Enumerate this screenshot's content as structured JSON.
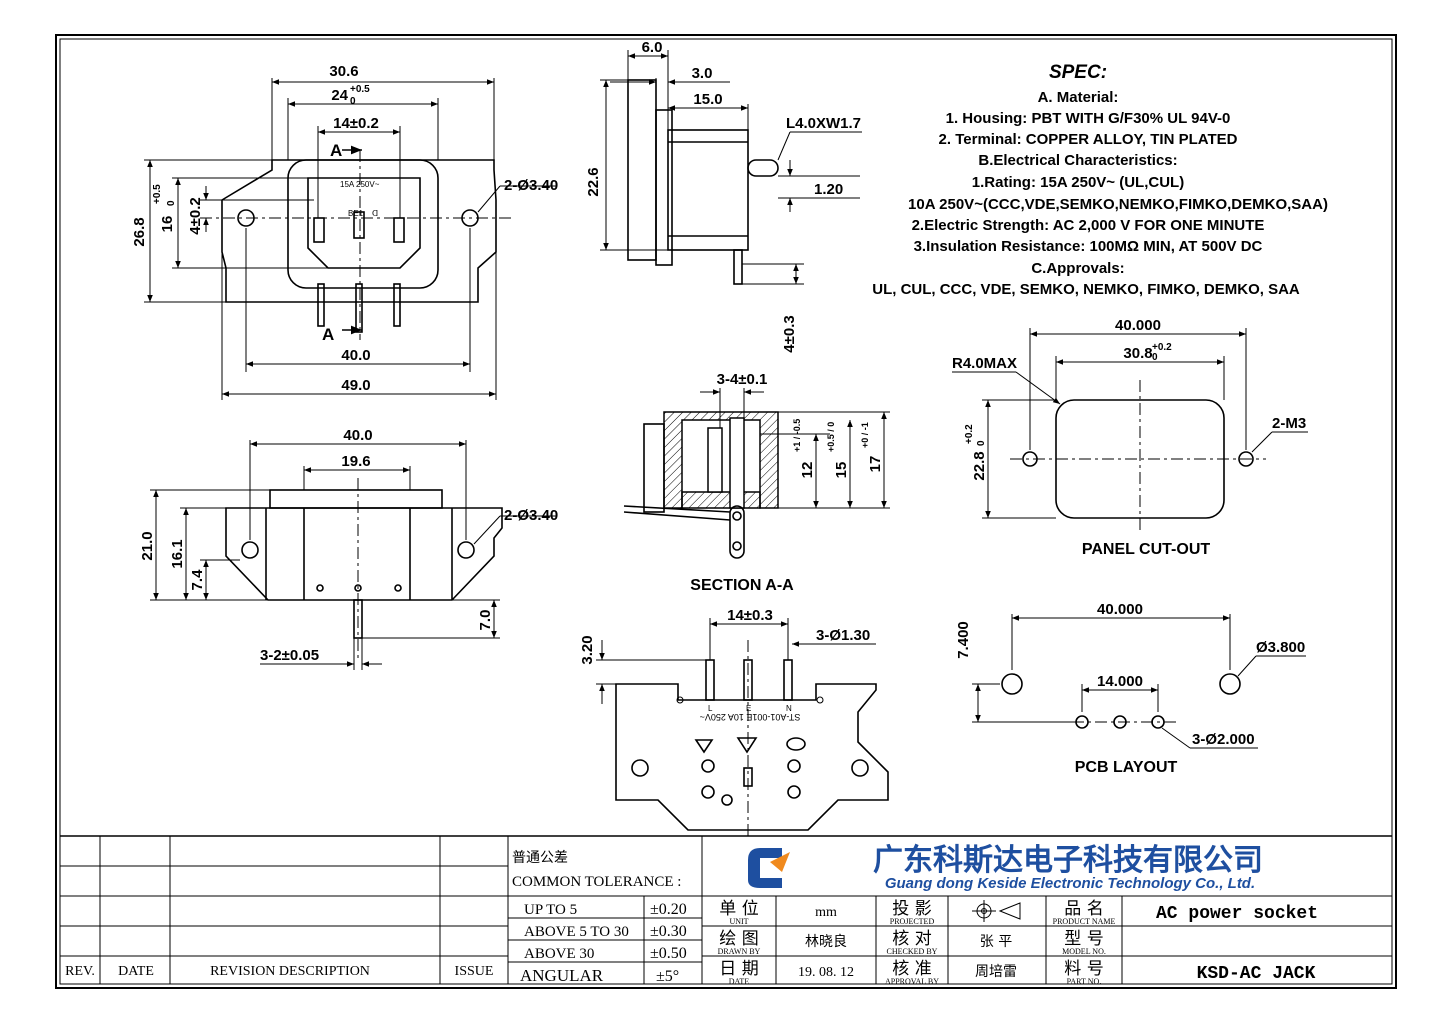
{
  "spec": {
    "title": "SPEC:",
    "lines": [
      "A. Material:",
      "1.  Housing: PBT WITH G/F30%  UL 94V-0",
      "2.  Terminal: COPPER ALLOY, TIN PLATED",
      "B.Electrical Characteristics:",
      "1.Rating:  15A 250V~ (UL,CUL)",
      "10A 250V~(CCC,VDE,SEMKO,NEMKO,FIMKO,DEMKO,SAA)",
      "2.Electric Strength: AC 2,000 V FOR ONE MINUTE",
      "3.Insulation Resistance: 100MΩ MIN, AT 500V DC",
      "C.Approvals:",
      "UL, CUL, CCC, VDE, SEMKO, NEMKO, FIMKO, DEMKO, SAA"
    ]
  },
  "front_view": {
    "dims": {
      "w_outer": "30.6",
      "w_inner": "24",
      "w_inner_tol": "+0.5",
      "w_inner_tol2": "0",
      "pin_pitch": "14±0.2",
      "hole": "2-Ø3.40",
      "height": "26.8",
      "h_inner": "16",
      "h_inner_tol": "+0.5",
      "h_inner_tol2": "0",
      "pin_offset": "4±0.2",
      "hole_pitch": "40.0",
      "total_w": "49.0"
    },
    "section_mark_top": "A",
    "section_mark_bottom": "A",
    "socket_text": [
      "15A 250V~",
      "BE1",
      "ᗡ"
    ]
  },
  "side_view": {
    "dims": {
      "d1": "6.0",
      "d2": "3.0",
      "d3": "15.0",
      "tab": "L4.0XW1.7",
      "tab_h": "1.20",
      "height": "22.6",
      "pin": "4±0.3"
    }
  },
  "section_view": {
    "title": "SECTION A-A",
    "dims": {
      "pins": "3-4±0.1",
      "h1": "12",
      "h1_tol": "+1 / -0.5",
      "h2": "15",
      "h2_tol": "+0.5 / 0",
      "h3": "17",
      "h3_tol": "+0 / -1"
    }
  },
  "top_view": {
    "dims": {
      "w": "40.0",
      "inner": "19.6",
      "hole": "2-Ø3.40",
      "h_total": "21.0",
      "h1": "16.1",
      "h2": "7.4",
      "pin_len": "7.0",
      "pin_w": "3-2±0.05"
    }
  },
  "rear_view": {
    "dims": {
      "pitch": "14±0.3",
      "pin_dia": "3-Ø1.30",
      "pin_h": "3.20"
    },
    "label_text": "ST-A01-001E 10A 250V~",
    "pin_labels": [
      "L",
      "E",
      "N"
    ]
  },
  "panel_cutout": {
    "title": "PANEL CUT-OUT",
    "dims": {
      "w": "40.000",
      "inner": "30.8",
      "inner_tol": "+0.2",
      "inner_tol2": "0",
      "radius": "R4.0MAX",
      "h": "22.8",
      "h_tol": "+0.2",
      "h_tol2": "0",
      "screw": "2-M3"
    }
  },
  "pcb_layout": {
    "title": "PCB LAYOUT",
    "dims": {
      "w": "40.000",
      "offset": "7.400",
      "big_hole": "Ø3.800",
      "pitch": "14.000",
      "small_hole": "3-Ø2.000"
    }
  },
  "title_block": {
    "rev_headers": [
      "REV.",
      "DATE",
      "REVISION  DESCRIPTION",
      "ISSUE"
    ],
    "tolerance_cn": "普通公差",
    "tolerance_en": "COMMON TOLERANCE :",
    "tolerances": [
      {
        "range": "UP TO 5",
        "value": "±0.20"
      },
      {
        "range": "ABOVE 5 TO 30",
        "value": "±0.30"
      },
      {
        "range": "ABOVE 30",
        "value": "±0.50"
      },
      {
        "range": "ANGULAR",
        "value": "±5°"
      }
    ],
    "company_cn": "广东科斯达电子科技有限公司",
    "company_en": "Guang dong Keside  Electronic Technology Co., Ltd.",
    "unit_cn": "单 位",
    "unit_en": "UNIT",
    "unit_value": "mm",
    "projected_cn": "投 影",
    "projected_en": "PROJECTED",
    "product_cn": "品 名",
    "product_en": "PRODUCT NAME",
    "product_value": "AC power socket",
    "drawn_cn": "绘 图",
    "drawn_en": "DRAWN BY",
    "drawn_value": "林晓良",
    "checked_cn": "核 对",
    "checked_en": "CHECKED BY",
    "checked_value": "张 平",
    "model_cn": "型 号",
    "model_en": "MODEL NO.",
    "model_value": "",
    "date_cn": "日 期",
    "date_en": "DATE",
    "date_value": "19. 08. 12",
    "approval_cn": "核 准",
    "approval_en": "APPROVAL BY",
    "approval_value": "周培雷",
    "part_cn": "料 号",
    "part_en": "PART NO.",
    "part_value": "KSD-AC JACK"
  }
}
